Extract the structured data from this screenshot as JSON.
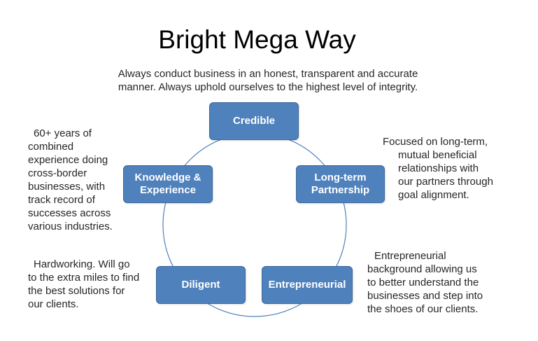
{
  "title": "Bright Mega Way",
  "subtitle": {
    "line1": "Always conduct business in an honest, transparent and accurate",
    "line2": "manner. Always uphold ourselves to the highest level of integrity."
  },
  "nodes": {
    "credible": {
      "label": "Credible"
    },
    "partnership": {
      "line1": "Long-term",
      "line2": "Partnership"
    },
    "knowledge": {
      "line1": "Knowledge &",
      "line2": "Experience"
    },
    "diligent": {
      "label": "Diligent"
    },
    "entrepreneurial": {
      "label": "Entrepreneurial"
    }
  },
  "descriptions": {
    "partnership": [
      "Focused on long-term,",
      "mutual beneficial",
      "relationships with",
      "our partners through",
      "goal alignment."
    ],
    "knowledge": [
      "60+ years of",
      "combined",
      "experience doing",
      "cross-border",
      "businesses, with",
      "track record of",
      "successes across",
      "various industries."
    ],
    "diligent": [
      "Hardworking. Will go",
      "to the extra miles to find",
      "the best solutions for",
      "our clients."
    ],
    "entrepreneurial": [
      "Entrepreneurial",
      "background allowing us",
      "to better understand the",
      "businesses and step into",
      "the shoes of our clients."
    ]
  },
  "colors": {
    "node_fill": "#4f81bd",
    "node_border": "#3a679c",
    "ring": "#4f81bd"
  }
}
